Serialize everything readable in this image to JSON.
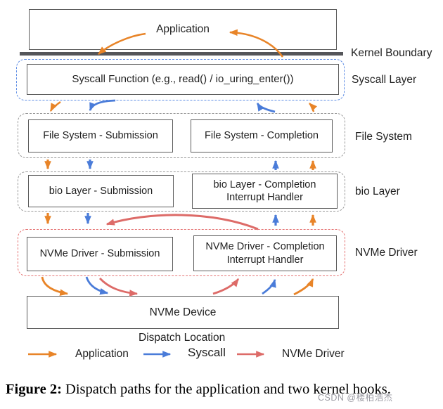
{
  "colors": {
    "application": "#E88428",
    "syscall": "#4A7CD9",
    "nvme_drv": "#DD6B68",
    "blue_dash": "#5E8DE5",
    "gray_dash": "#999999",
    "red_dash": "#E57373",
    "box_border": "#5B5B5B",
    "kernel_bar": "#55565A"
  },
  "diagram": {
    "application_label": "Application",
    "kernel_boundary_label": "Kernel Boundary",
    "syscall_layer": {
      "label": "Syscall Layer",
      "box": "Syscall Function (e.g., read() / io_uring_enter())"
    },
    "file_system": {
      "label": "File System",
      "submission": "File System - Submission",
      "completion": "File System - Completion"
    },
    "bio_layer": {
      "label": "bio Layer",
      "submission": "bio Layer - Submission",
      "completion": "bio Layer - Completion Interrupt Handler"
    },
    "nvme_driver": {
      "label": "NVMe Driver",
      "submission": "NVMe Driver - Submission",
      "completion": "NVMe Driver - Completion Interrupt Handler"
    },
    "device_label": "NVMe Device"
  },
  "legend": {
    "title": "Dispatch Location",
    "items": [
      {
        "label": "Application",
        "color": "#E88428"
      },
      {
        "label": "Syscall",
        "color": "#4A7CD9"
      },
      {
        "label": "NVMe Driver",
        "color": "#DD6B68"
      }
    ]
  },
  "caption": {
    "label": "Figure 2:",
    "text": "Dispatch paths for the application and two kernel hooks."
  },
  "watermark": "CSDN @楼柏浩杰"
}
